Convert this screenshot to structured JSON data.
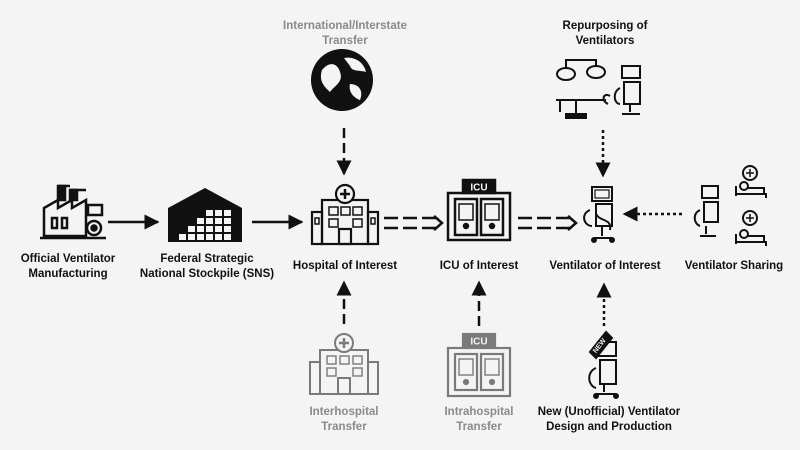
{
  "nodes": {
    "manufacturing": {
      "label": "Official Ventilator\nManufacturing"
    },
    "sns": {
      "label": "Federal Strategic\nNational Stockpile (SNS)"
    },
    "hospital": {
      "label": "Hospital of Interest"
    },
    "icu": {
      "label": "ICU of Interest",
      "sign": "ICU"
    },
    "ventilator": {
      "label": "Ventilator of Interest"
    },
    "sharing": {
      "label": "Ventilator Sharing"
    },
    "international": {
      "label": "International/Interstate\nTransfer"
    },
    "repurposing": {
      "label": "Repurposing of\nVentilators"
    },
    "interhospital": {
      "label": "Interhospital\nTransfer"
    },
    "intrahospital": {
      "label": "Intrahospital\nTransfer",
      "sign": "ICU"
    },
    "new_design": {
      "label": "New (Unofficial) Ventilator\nDesign and Production",
      "badge": "NEW"
    }
  },
  "colors": {
    "primary": "#111111",
    "secondary": "#8a8a8a",
    "background": "#f4f4f4"
  }
}
